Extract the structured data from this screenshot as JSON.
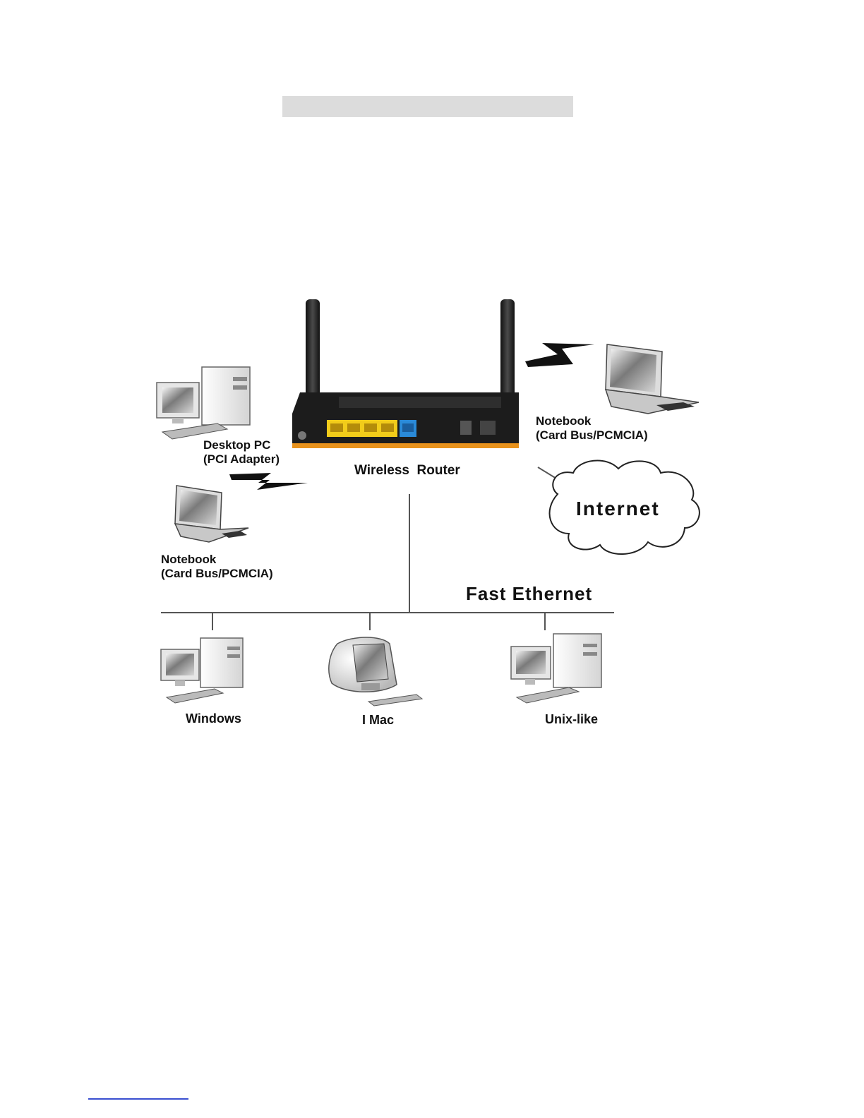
{
  "diagram": {
    "router_label": "Wireless  Router",
    "internet_label": "Internet",
    "network_label": "Fast Ethernet",
    "desktop_pc": {
      "line1": "Desktop PC",
      "line2": "(PCI Adapter)"
    },
    "notebook_left": {
      "line1": "Notebook",
      "line2": "(Card Bus/PCMCIA)"
    },
    "notebook_right": {
      "line1": "Notebook",
      "line2": "(Card Bus/PCMCIA)"
    },
    "clients": [
      {
        "label": "Windows",
        "icon": "desktop-computer-icon"
      },
      {
        "label": "I Mac",
        "icon": "imac-icon"
      },
      {
        "label": "Unix-like",
        "icon": "desktop-computer-icon"
      }
    ],
    "colors": {
      "router_body": "#1c1c1c",
      "router_trim": "#e8921c",
      "lan_ports": "#f2cc1a",
      "wan_port": "#2a8ad8",
      "link_line": "#555555"
    }
  }
}
